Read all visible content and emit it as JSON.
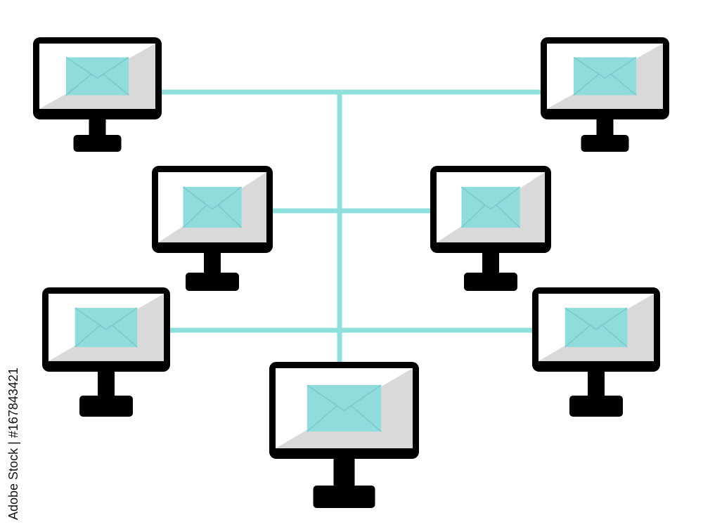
{
  "watermark": {
    "side_text": "Adobe Stock | #167843421"
  },
  "colors": {
    "background": "#ffffff",
    "connector": "#8fe0dc",
    "monitor_frame": "#000000",
    "screen_base": "#ffffff",
    "screen_shade": "#d9d9d9",
    "envelope": "#8fdcdc",
    "envelope_fold": "#78c8cc"
  },
  "icons": {
    "node": "monitor-icon",
    "message": "envelope-icon"
  },
  "nodes": [
    {
      "id": "top-left"
    },
    {
      "id": "top-right"
    },
    {
      "id": "middle-left"
    },
    {
      "id": "middle-right"
    },
    {
      "id": "lower-left"
    },
    {
      "id": "lower-right"
    },
    {
      "id": "bottom-center"
    }
  ]
}
